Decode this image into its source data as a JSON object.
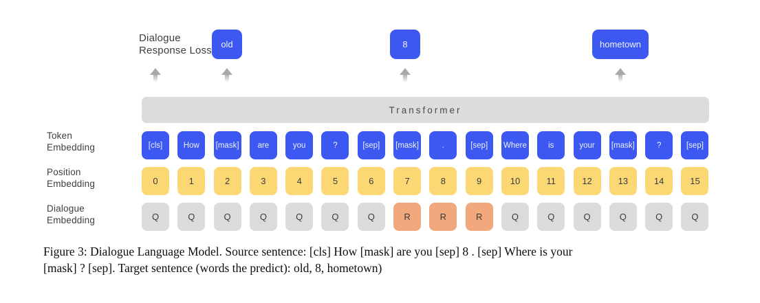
{
  "figure": {
    "loss_label": {
      "line1": "Dialogue",
      "line2": "Response Loss"
    },
    "predictions": [
      {
        "label": "old"
      },
      {
        "label": "8"
      },
      {
        "label": "hometown"
      }
    ],
    "transformer_label": "Transformer",
    "row_labels": {
      "token": {
        "line1": "Token",
        "line2": "Embedding"
      },
      "position": {
        "line1": "Position",
        "line2": "Embedding"
      },
      "dialogue": {
        "line1": "Dialogue",
        "line2": "Embedding"
      }
    },
    "tokens": [
      "[cls]",
      "How",
      "[mask]",
      "are",
      "you",
      "?",
      "[sep]",
      "[mask]",
      ".",
      "[sep]",
      "Where",
      "is",
      "your",
      "[mask]",
      "?",
      "[sep]"
    ],
    "positions": [
      "0",
      "1",
      "2",
      "3",
      "4",
      "5",
      "6",
      "7",
      "8",
      "9",
      "10",
      "11",
      "12",
      "13",
      "14",
      "15"
    ],
    "dialogue_embeddings": [
      "Q",
      "Q",
      "Q",
      "Q",
      "Q",
      "Q",
      "Q",
      "R",
      "R",
      "R",
      "Q",
      "Q",
      "Q",
      "Q",
      "Q",
      "Q"
    ],
    "colors": {
      "token_blue": "#3c58f0",
      "position_yellow": "#fbd874",
      "dialogue_gray": "#dbdbdb",
      "response_orange": "#f0a87c",
      "transformer_gray": "#dcdcdc"
    }
  },
  "caption": {
    "line1": "Figure 3: Dialogue Language Model. Source sentence: [cls] How [mask] are you  [sep] 8 . [sep] Where is your",
    "line2": "[mask] ? [sep]. Target sentence (words the predict): old, 8, hometown)"
  }
}
